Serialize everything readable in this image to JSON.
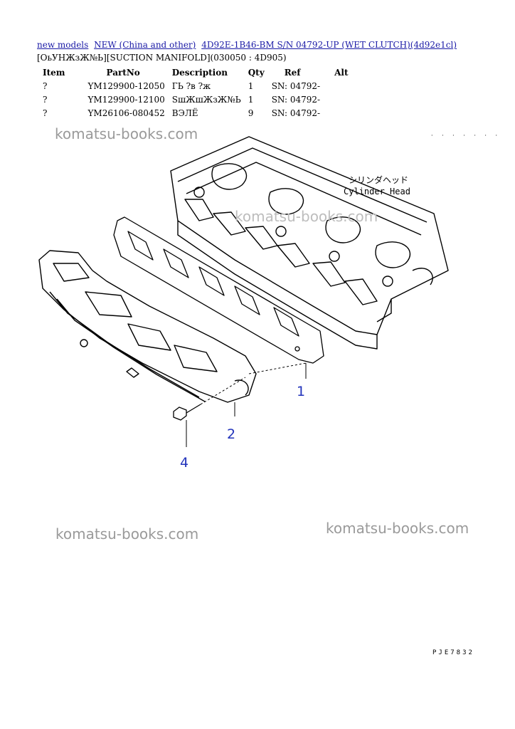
{
  "breadcrumb": {
    "link1": "new models",
    "link2": "NEW (China and other)",
    "link3": "4D92E-1B46-BM S/N 04792-UP (WET CLUTCH)(4d92e1cl)"
  },
  "subtitle": "[ОьУНЖзЖ№Ь][SUCTION MANIFOLD](030050 : 4D905)",
  "table": {
    "headers": [
      "Item",
      "PartNo",
      "Description",
      "Qty",
      "Ref",
      "Alt"
    ],
    "rows": [
      [
        "?",
        "YM129900-12050",
        "ГЬ ?в ?ж",
        "1",
        "SN: 04792-",
        ""
      ],
      [
        "?",
        "YM129900-12100",
        "SшЖшЖзЖ№Ь",
        "1",
        "SN: 04792-",
        ""
      ],
      [
        "?",
        "YM26106-080452",
        "ВЭЛЁ",
        "9",
        "SN: 04792-",
        ""
      ]
    ]
  },
  "watermark": "komatsu-books.com",
  "diagram": {
    "label_jp": "シリンダヘッド",
    "label_en": "Cylinder Head",
    "callouts": [
      "1",
      "2",
      "4"
    ],
    "dots": "· · · · · · ·",
    "code": "PJE7832"
  }
}
